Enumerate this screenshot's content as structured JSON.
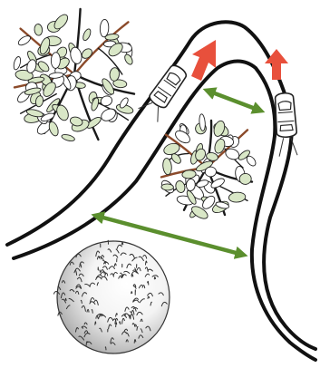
{
  "diagram": {
    "elements": [
      {
        "name": "tree",
        "icon": "tree-icon"
      },
      {
        "name": "tree",
        "icon": "tree-icon"
      },
      {
        "name": "bush",
        "icon": "bush-icon"
      },
      {
        "name": "winding-road",
        "icon": "road-icon"
      },
      {
        "name": "vehicle",
        "icon": "car-icon"
      },
      {
        "name": "vehicle",
        "icon": "car-icon"
      },
      {
        "name": "direction-arrow",
        "icon": "arrow-up-icon"
      },
      {
        "name": "direction-arrow",
        "icon": "arrow-up-icon"
      },
      {
        "name": "distance-arrow",
        "icon": "double-arrow-icon"
      },
      {
        "name": "distance-arrow",
        "icon": "double-arrow-icon"
      }
    ]
  },
  "colors": {
    "road_stroke": "#111111",
    "distance_arrow": "#5b8f2e",
    "direction_arrow": "#e8503c",
    "foliage_fill": "#d9e7c7",
    "foliage_dark": "#c5d8ae",
    "branch": "#1a1a1a",
    "branch_brown": "#8b4a2a",
    "bush_shade": "#9c9c9c",
    "car_fill": "#ffffff"
  }
}
